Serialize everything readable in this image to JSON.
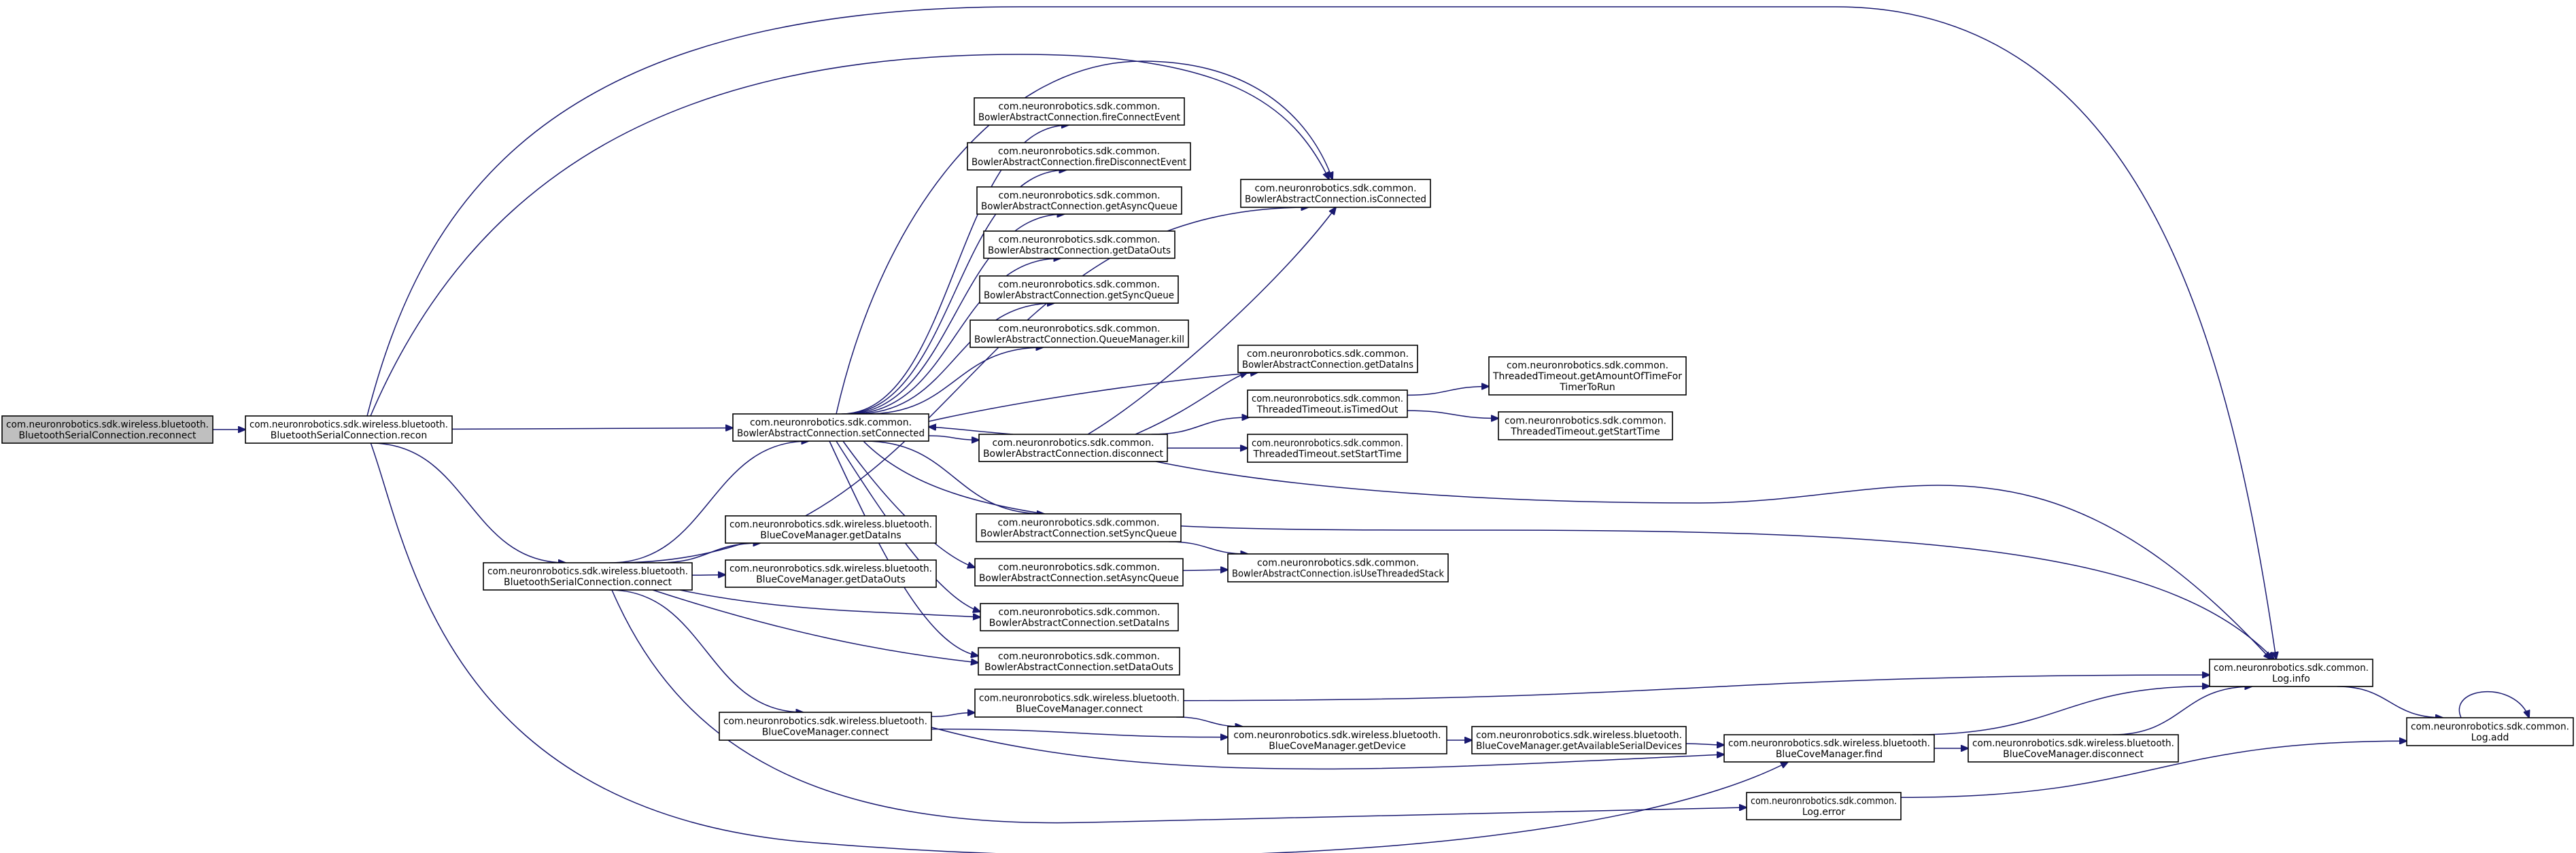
{
  "title": "Call graph: com.neuronrobotics.sdk.wireless.bluetooth.BluetoothSerialConnection.reconnect",
  "colors": {
    "edge": "#191970",
    "root_fill": "#bfbfbf",
    "node_fill": "#ffffff",
    "border": "#000000"
  },
  "nodes": [
    {
      "id": "reconnect",
      "lines": [
        "com.neuronrobotics.sdk.wireless.bluetooth.",
        "BluetoothSerialConnection.reconnect"
      ],
      "root": true
    },
    {
      "id": "recon",
      "lines": [
        "com.neuronrobotics.sdk.wireless.bluetooth.",
        "BluetoothSerialConnection.recon"
      ]
    },
    {
      "id": "setConnected",
      "lines": [
        "com.neuronrobotics.sdk.common.",
        "BowlerAbstractConnection.setConnected"
      ]
    },
    {
      "id": "fireConnectEvent",
      "lines": [
        "com.neuronrobotics.sdk.common.",
        "BowlerAbstractConnection.fireConnectEvent"
      ]
    },
    {
      "id": "fireDisconnectEvent",
      "lines": [
        "com.neuronrobotics.sdk.common.",
        "BowlerAbstractConnection.fireDisconnectEvent"
      ]
    },
    {
      "id": "getAsyncQueue",
      "lines": [
        "com.neuronrobotics.sdk.common.",
        "BowlerAbstractConnection.getAsyncQueue"
      ]
    },
    {
      "id": "bacGetDataOuts",
      "lines": [
        "com.neuronrobotics.sdk.common.",
        "BowlerAbstractConnection.getDataOuts"
      ]
    },
    {
      "id": "getSyncQueue",
      "lines": [
        "com.neuronrobotics.sdk.common.",
        "BowlerAbstractConnection.getSyncQueue"
      ]
    },
    {
      "id": "queueKill",
      "lines": [
        "com.neuronrobotics.sdk.common.",
        "BowlerAbstractConnection.QueueManager.kill"
      ]
    },
    {
      "id": "isConnected",
      "lines": [
        "com.neuronrobotics.sdk.common.",
        "BowlerAbstractConnection.isConnected"
      ]
    },
    {
      "id": "bacGetDataIns",
      "lines": [
        "com.neuronrobotics.sdk.common.",
        "BowlerAbstractConnection.getDataIns"
      ]
    },
    {
      "id": "disconnect",
      "lines": [
        "com.neuronrobotics.sdk.common.",
        "BowlerAbstractConnection.disconnect"
      ]
    },
    {
      "id": "isTimedOut",
      "lines": [
        "com.neuronrobotics.sdk.common.",
        "ThreadedTimeout.isTimedOut"
      ]
    },
    {
      "id": "setStartTime",
      "lines": [
        "com.neuronrobotics.sdk.common.",
        "ThreadedTimeout.setStartTime"
      ]
    },
    {
      "id": "getAmountOfTime",
      "lines": [
        "com.neuronrobotics.sdk.common.",
        "ThreadedTimeout.getAmountOfTimeFor",
        "TimerToRun"
      ]
    },
    {
      "id": "getStartTime",
      "lines": [
        "com.neuronrobotics.sdk.common.",
        "ThreadedTimeout.getStartTime"
      ]
    },
    {
      "id": "bscConnect",
      "lines": [
        "com.neuronrobotics.sdk.wireless.bluetooth.",
        "BluetoothSerialConnection.connect"
      ]
    },
    {
      "id": "bcmGetDataIns",
      "lines": [
        "com.neuronrobotics.sdk.wireless.bluetooth.",
        "BlueCoveManager.getDataIns"
      ]
    },
    {
      "id": "bcmGetDataOuts",
      "lines": [
        "com.neuronrobotics.sdk.wireless.bluetooth.",
        "BlueCoveManager.getDataOuts"
      ]
    },
    {
      "id": "setSyncQueue",
      "lines": [
        "com.neuronrobotics.sdk.common.",
        "BowlerAbstractConnection.setSyncQueue"
      ]
    },
    {
      "id": "setAsyncQueue",
      "lines": [
        "com.neuronrobotics.sdk.common.",
        "BowlerAbstractConnection.setAsyncQueue"
      ]
    },
    {
      "id": "isUseThreadedStack",
      "lines": [
        "com.neuronrobotics.sdk.common.",
        "BowlerAbstractConnection.isUseThreadedStack"
      ]
    },
    {
      "id": "setDataIns",
      "lines": [
        "com.neuronrobotics.sdk.common.",
        "BowlerAbstractConnection.setDataIns"
      ]
    },
    {
      "id": "setDataOuts",
      "lines": [
        "com.neuronrobotics.sdk.common.",
        "BowlerAbstractConnection.setDataOuts"
      ]
    },
    {
      "id": "bcmConnectA",
      "lines": [
        "com.neuronrobotics.sdk.wireless.bluetooth.",
        "BlueCoveManager.connect"
      ]
    },
    {
      "id": "bcmConnectB",
      "lines": [
        "com.neuronrobotics.sdk.wireless.bluetooth.",
        "BlueCoveManager.connect"
      ]
    },
    {
      "id": "getDevice",
      "lines": [
        "com.neuronrobotics.sdk.wireless.bluetooth.",
        "BlueCoveManager.getDevice"
      ]
    },
    {
      "id": "getAvailableSerialDevices",
      "lines": [
        "com.neuronrobotics.sdk.wireless.bluetooth.",
        "BlueCoveManager.getAvailableSerialDevices"
      ]
    },
    {
      "id": "find",
      "lines": [
        "com.neuronrobotics.sdk.wireless.bluetooth.",
        "BlueCoveManager.find"
      ]
    },
    {
      "id": "bcmDisconnect",
      "lines": [
        "com.neuronrobotics.sdk.wireless.bluetooth.",
        "BlueCoveManager.disconnect"
      ]
    },
    {
      "id": "logError",
      "lines": [
        "com.neuronrobotics.sdk.common.",
        "Log.error"
      ]
    },
    {
      "id": "logInfo",
      "lines": [
        "com.neuronrobotics.sdk.common.",
        "Log.info"
      ]
    },
    {
      "id": "logAdd",
      "lines": [
        "com.neuronrobotics.sdk.common.",
        "Log.add"
      ]
    }
  ],
  "edges": [
    [
      "reconnect",
      "recon"
    ],
    [
      "recon",
      "setConnected"
    ],
    [
      "recon",
      "isConnected"
    ],
    [
      "recon",
      "bscConnect"
    ],
    [
      "recon",
      "logInfo"
    ],
    [
      "recon",
      "find"
    ],
    [
      "setConnected",
      "fireConnectEvent"
    ],
    [
      "setConnected",
      "fireDisconnectEvent"
    ],
    [
      "setConnected",
      "getAsyncQueue"
    ],
    [
      "setConnected",
      "bacGetDataOuts"
    ],
    [
      "setConnected",
      "getSyncQueue"
    ],
    [
      "setConnected",
      "queueKill"
    ],
    [
      "setConnected",
      "isConnected"
    ],
    [
      "setConnected",
      "bacGetDataIns"
    ],
    [
      "setConnected",
      "disconnect"
    ],
    [
      "setConnected",
      "setSyncQueue"
    ],
    [
      "setConnected",
      "setAsyncQueue"
    ],
    [
      "setConnected",
      "setDataIns"
    ],
    [
      "setConnected",
      "setDataOuts"
    ],
    [
      "setConnected",
      "logInfo"
    ],
    [
      "disconnect",
      "setConnected"
    ],
    [
      "disconnect",
      "isConnected"
    ],
    [
      "disconnect",
      "bacGetDataIns"
    ],
    [
      "disconnect",
      "isTimedOut"
    ],
    [
      "disconnect",
      "setStartTime"
    ],
    [
      "disconnect",
      "logInfo"
    ],
    [
      "isTimedOut",
      "getAmountOfTime"
    ],
    [
      "isTimedOut",
      "getStartTime"
    ],
    [
      "setSyncQueue",
      "isUseThreadedStack"
    ],
    [
      "setAsyncQueue",
      "isUseThreadedStack"
    ],
    [
      "bscConnect",
      "setConnected"
    ],
    [
      "bscConnect",
      "isConnected"
    ],
    [
      "bscConnect",
      "bcmGetDataIns"
    ],
    [
      "bscConnect",
      "bcmGetDataOuts"
    ],
    [
      "bscConnect",
      "setDataIns"
    ],
    [
      "bscConnect",
      "setDataOuts"
    ],
    [
      "bscConnect",
      "bcmConnectA"
    ],
    [
      "bscConnect",
      "logError"
    ],
    [
      "bcmConnectA",
      "bcmConnectB"
    ],
    [
      "bcmConnectA",
      "getDevice"
    ],
    [
      "bcmConnectA",
      "find"
    ],
    [
      "bcmConnectB",
      "getDevice"
    ],
    [
      "bcmConnectB",
      "logInfo"
    ],
    [
      "getDevice",
      "getAvailableSerialDevices"
    ],
    [
      "getAvailableSerialDevices",
      "find"
    ],
    [
      "find",
      "bcmDisconnect"
    ],
    [
      "find",
      "logInfo"
    ],
    [
      "bcmDisconnect",
      "logInfo"
    ],
    [
      "logError",
      "logAdd"
    ],
    [
      "logInfo",
      "logAdd"
    ],
    [
      "logAdd",
      "logAdd"
    ]
  ]
}
